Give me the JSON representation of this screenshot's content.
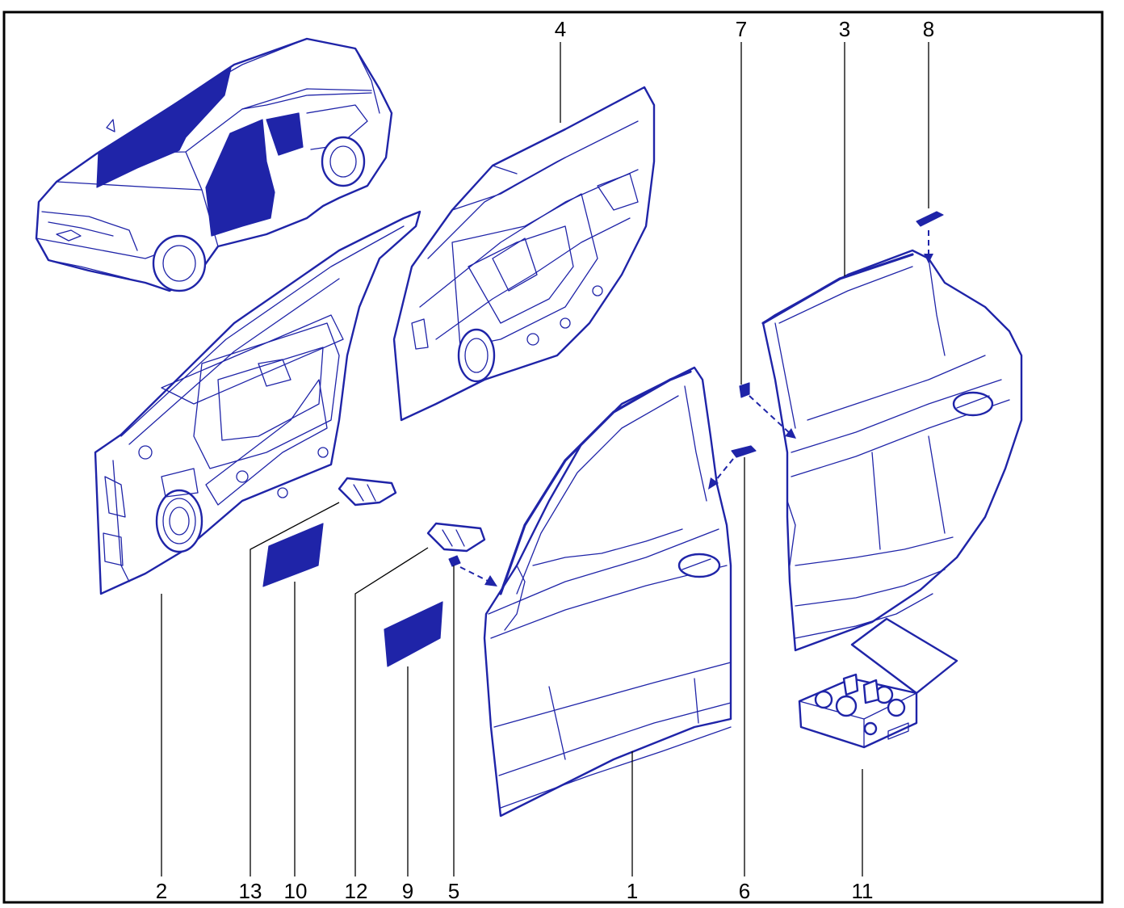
{
  "callouts": [
    {
      "id": "2",
      "label": "2"
    },
    {
      "id": "13",
      "label": "13"
    },
    {
      "id": "10",
      "label": "10"
    },
    {
      "id": "12",
      "label": "12"
    },
    {
      "id": "9",
      "label": "9"
    },
    {
      "id": "5",
      "label": "5"
    },
    {
      "id": "1",
      "label": "1"
    },
    {
      "id": "6",
      "label": "6"
    },
    {
      "id": "11",
      "label": "11"
    },
    {
      "id": "4",
      "label": "4"
    },
    {
      "id": "7",
      "label": "7"
    },
    {
      "id": "3",
      "label": "3"
    },
    {
      "id": "8",
      "label": "8"
    }
  ],
  "colors": {
    "line_art": "#1f24a8",
    "frame": "#000000",
    "background": "#ffffff"
  }
}
